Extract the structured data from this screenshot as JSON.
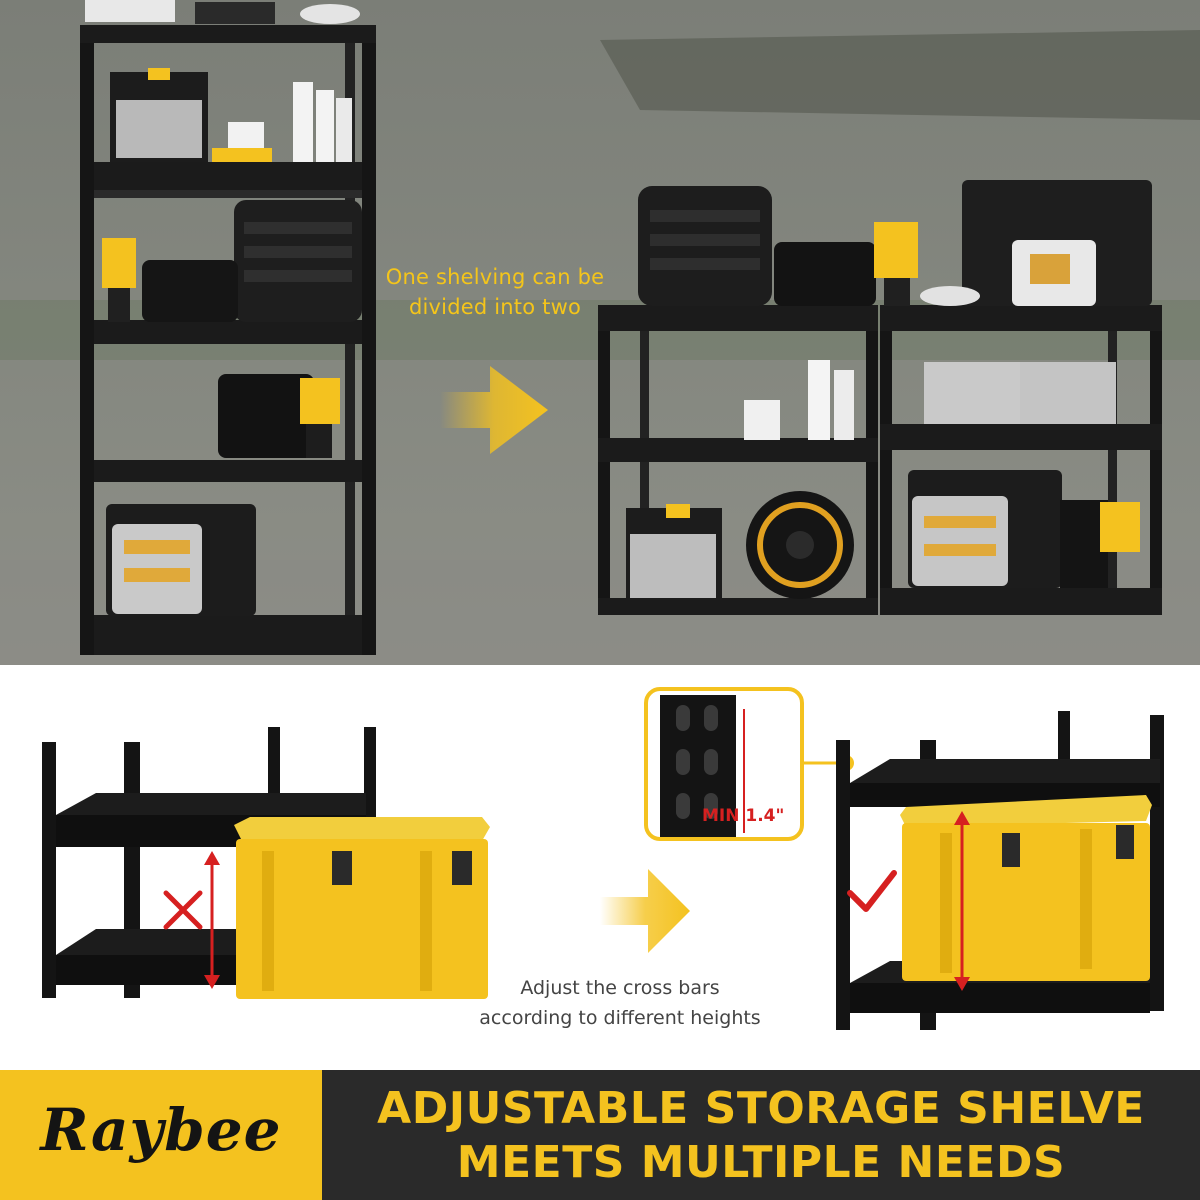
{
  "scene_top": {
    "caption_line_1": "One shelving can be",
    "caption_line_2": "divided into two",
    "arrow_icon": "arrow-right-icon"
  },
  "scene_bottom": {
    "min_label": "MIN 1.4\"",
    "caption_line_1": "Adjust the cross bars",
    "caption_line_2": "according to different heights",
    "wrong_icon": "cross-icon",
    "right_icon": "checkmark-icon"
  },
  "banner": {
    "brand": "Raybee",
    "slogan_line_1": "ADJUSTABLE STORAGE SHELVE",
    "slogan_line_2": "MEETS MULTIPLE NEEDS"
  },
  "colors": {
    "accent_yellow": "#f4c21f",
    "shelf_black": "#151515",
    "wall_gray": "#7d8078",
    "banner_dark": "#2a2a2a",
    "mark_red": "#d62020"
  }
}
